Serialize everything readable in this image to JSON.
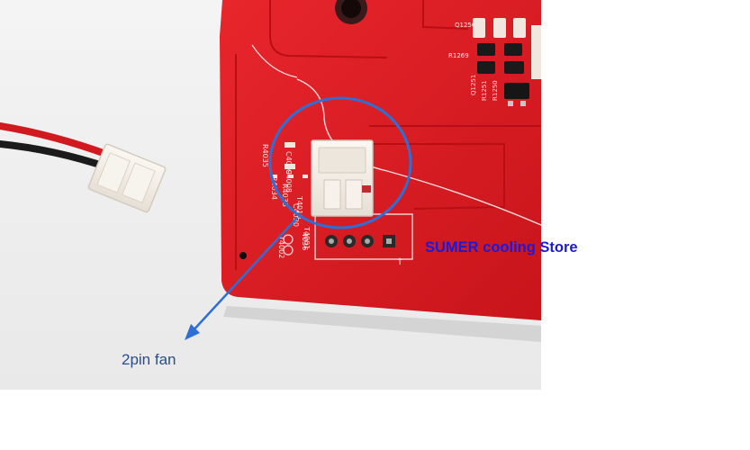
{
  "caption": {
    "store_name": "SUMER cooling Store",
    "fan_label": "2pin fan"
  },
  "pcb_markings": {
    "top_right_1": "Q1250",
    "top_right_2": "R1269",
    "top_right_3": "Q1251",
    "top_right_4": "R1251",
    "top_right_5": "R1250",
    "left_1": "C4009",
    "left_2": "C4008",
    "left_3": "R4035",
    "left_4": "R4034",
    "left_5": "R4033",
    "left_6": "C4030",
    "left_7": "T4001",
    "connector": "T4010",
    "lower": "T4002",
    "pads": "4036"
  },
  "colors": {
    "pcb_red": "#dd1a22",
    "highlight_blue": "#2e6fd6",
    "caption_blue": "#1a1adc",
    "label_blue": "#2a4e8c"
  }
}
